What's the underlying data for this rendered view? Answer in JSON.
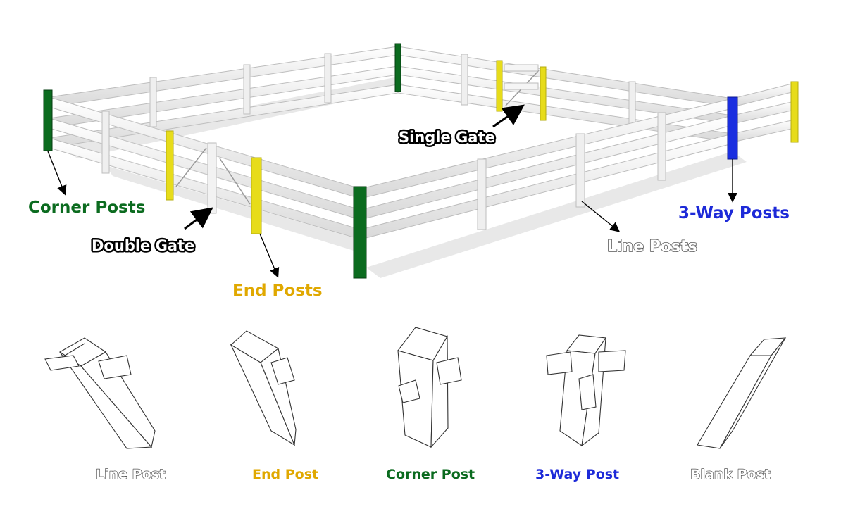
{
  "labels": {
    "corner_posts": "Corner Posts",
    "double_gate": "Double Gate",
    "single_gate": "Single Gate",
    "end_posts": "End Posts",
    "line_posts": "Line Posts",
    "three_way_posts": "3-Way Posts"
  },
  "post_types": [
    {
      "label": "Line Post"
    },
    {
      "label": "End Post"
    },
    {
      "label": "Corner Post"
    },
    {
      "label": "3-Way Post"
    },
    {
      "label": "Blank Post"
    }
  ],
  "colors": {
    "corner": "#0b6b1f",
    "end": "#e7dc1a",
    "three_way": "#1a2ee0",
    "line": "#f4f4f4",
    "end_label": "#e0a800",
    "corner_label": "#0b6b1f",
    "three_way_label": "#1d2ad8",
    "line_label": "#ffffff",
    "gate_label": "#ffffff"
  }
}
